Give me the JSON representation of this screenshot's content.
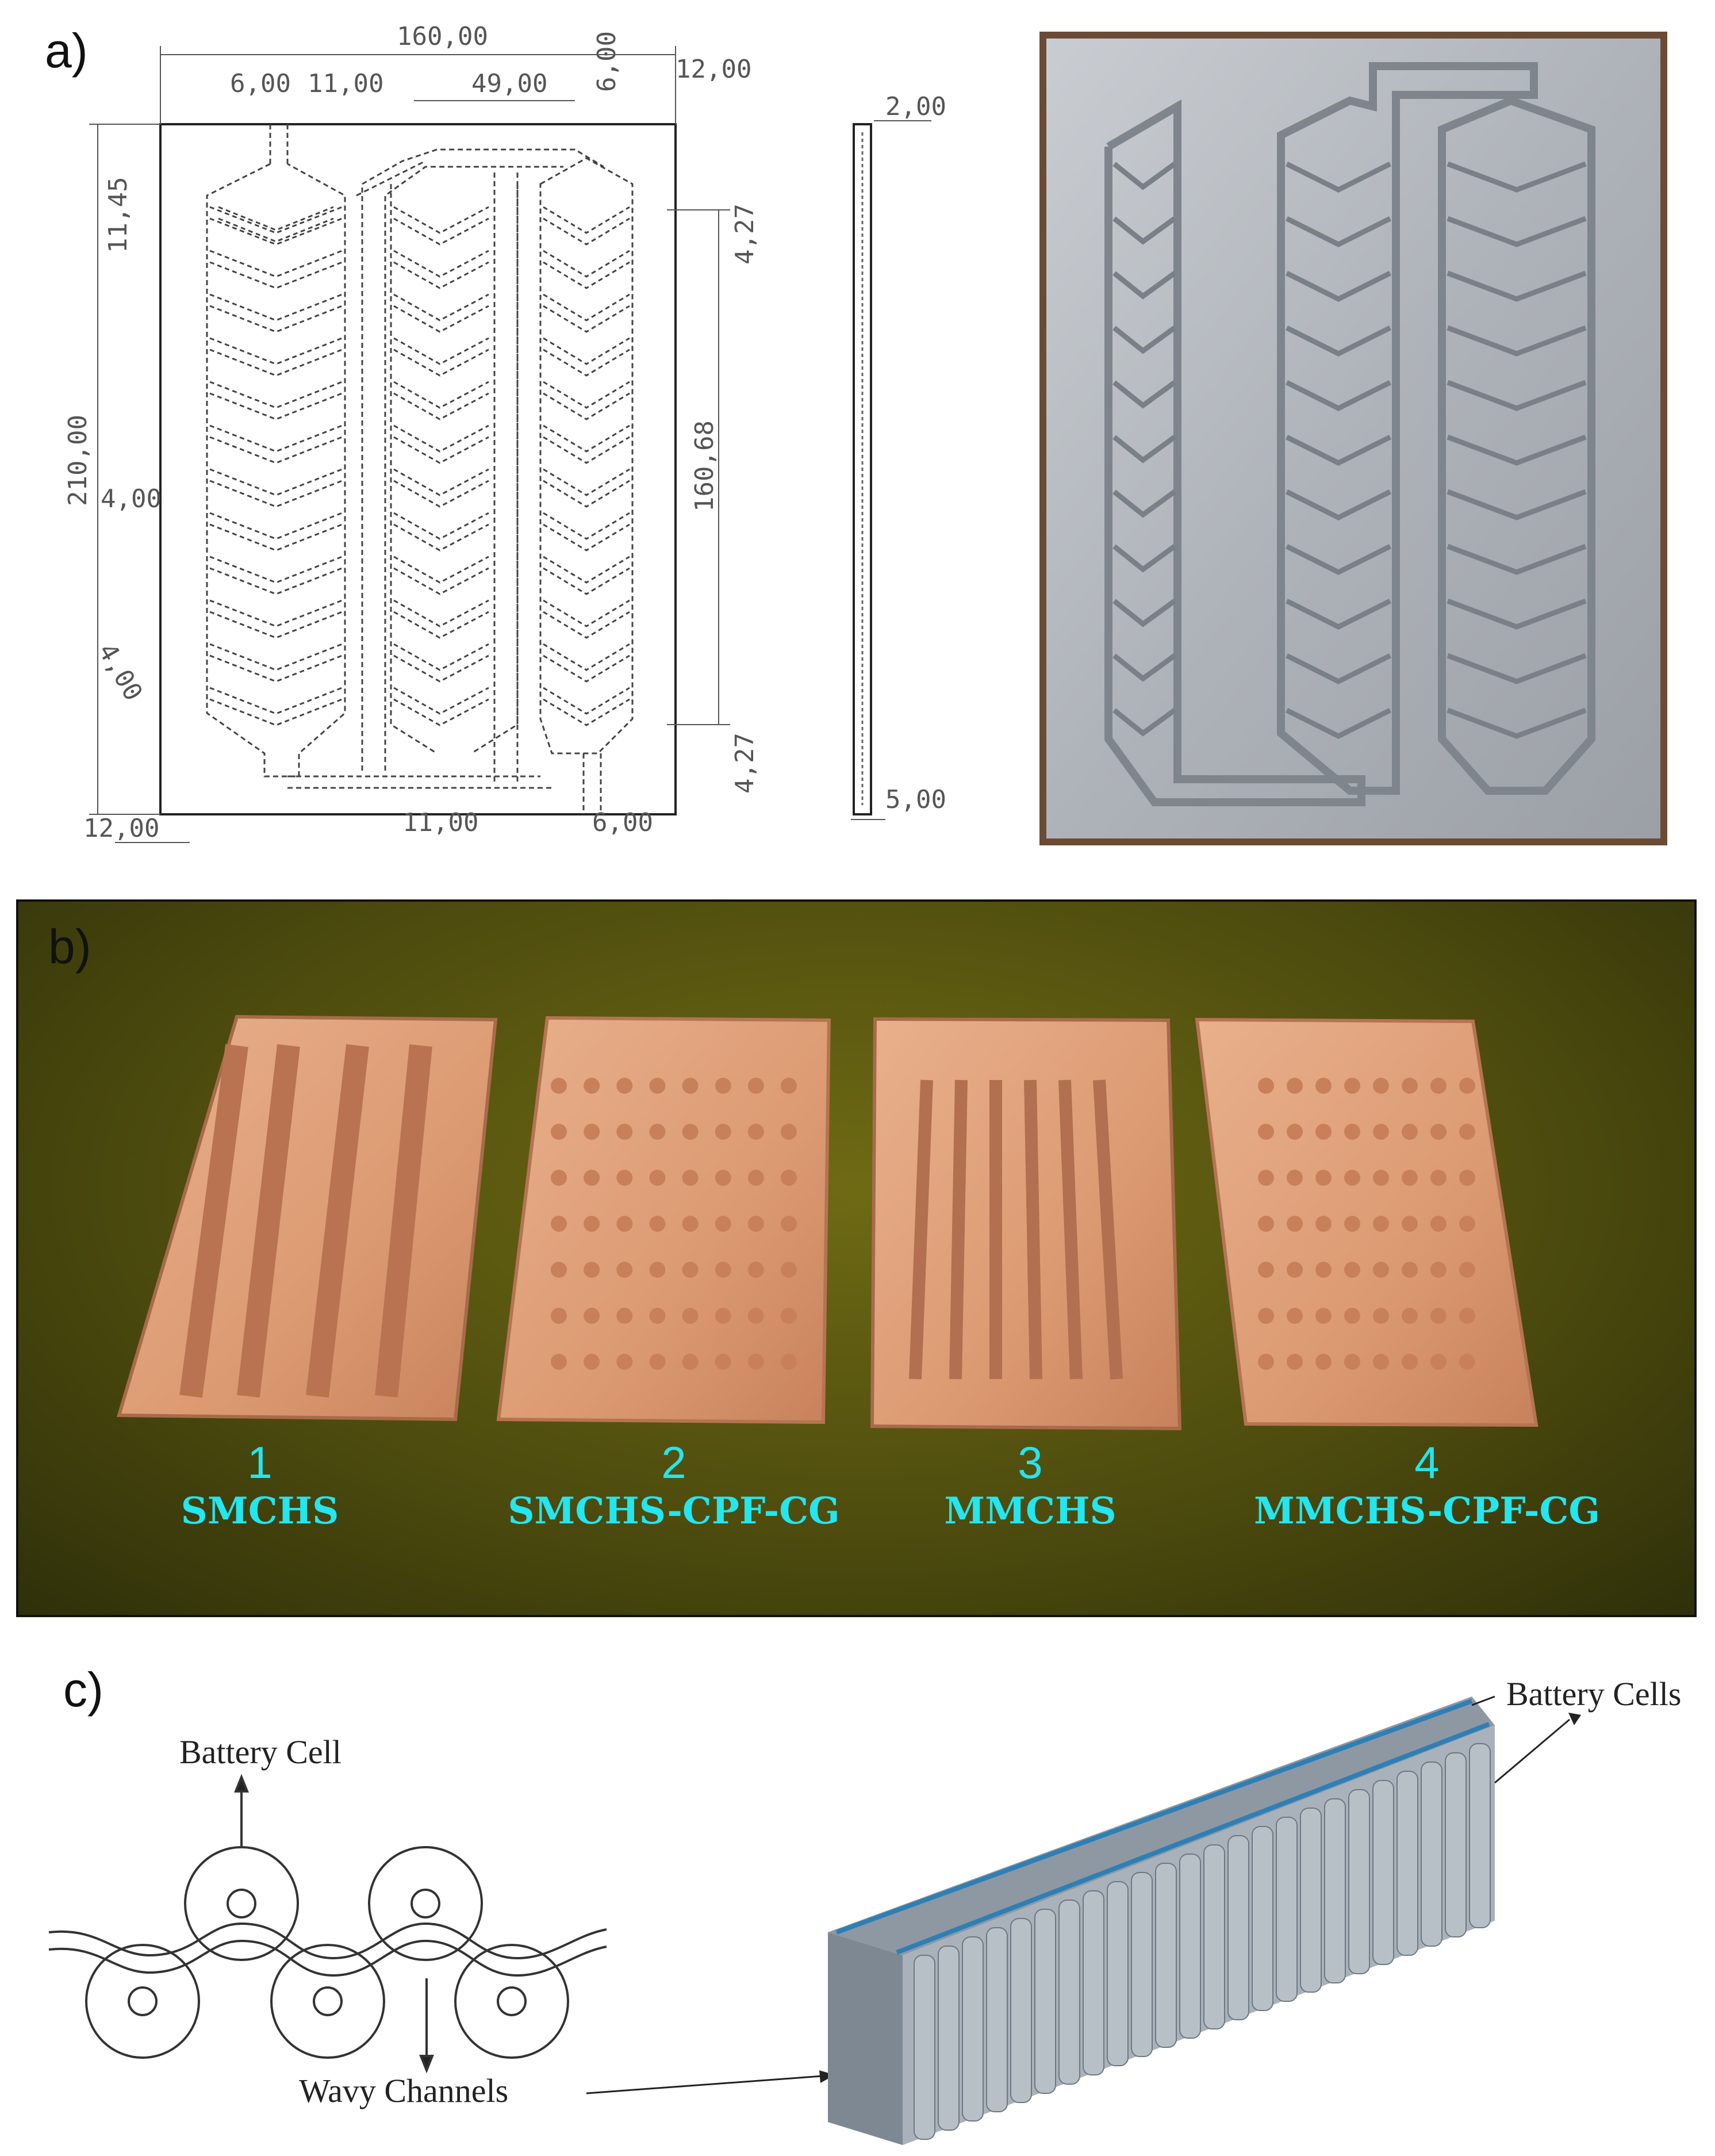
{
  "panel_a": {
    "label": "a)",
    "dimensions": {
      "top_width": "160,00",
      "inlet_width": "6,00",
      "gap_11_top": "11,00",
      "center_49": "49,00",
      "right_6_top": "6,00",
      "right_12_top": "12,00",
      "left_11_45": "11,45",
      "right_4_27_top": "4,27",
      "height_210": "210,00",
      "inner_160_68": "160,68",
      "channel_4_00": "4,00",
      "angled_4_00": "4,00",
      "right_4_27_bottom": "4,27",
      "bottom_12": "12,00",
      "bottom_11": "11,00",
      "bottom_6": "6,00",
      "side_thickness_2": "2,00",
      "side_width_5": "5,00"
    }
  },
  "panel_b": {
    "label": "b)",
    "plates": [
      {
        "number": "1",
        "name": "SMCHS"
      },
      {
        "number": "2",
        "name": "SMCHS-CPF-CG"
      },
      {
        "number": "3",
        "name": "MMCHS"
      },
      {
        "number": "4",
        "name": "MMCHS-CPF-CG"
      }
    ]
  },
  "panel_c": {
    "label": "c)",
    "battery_cell_label": "Battery Cell",
    "wavy_channels_label": "Wavy Channels",
    "battery_cells_label": "Battery Cells"
  },
  "colors": {
    "plate_label": "#22e6f0",
    "copper": "#e2a07a",
    "aluminum": "#b9bec4",
    "mat_green": "#5a580f"
  }
}
